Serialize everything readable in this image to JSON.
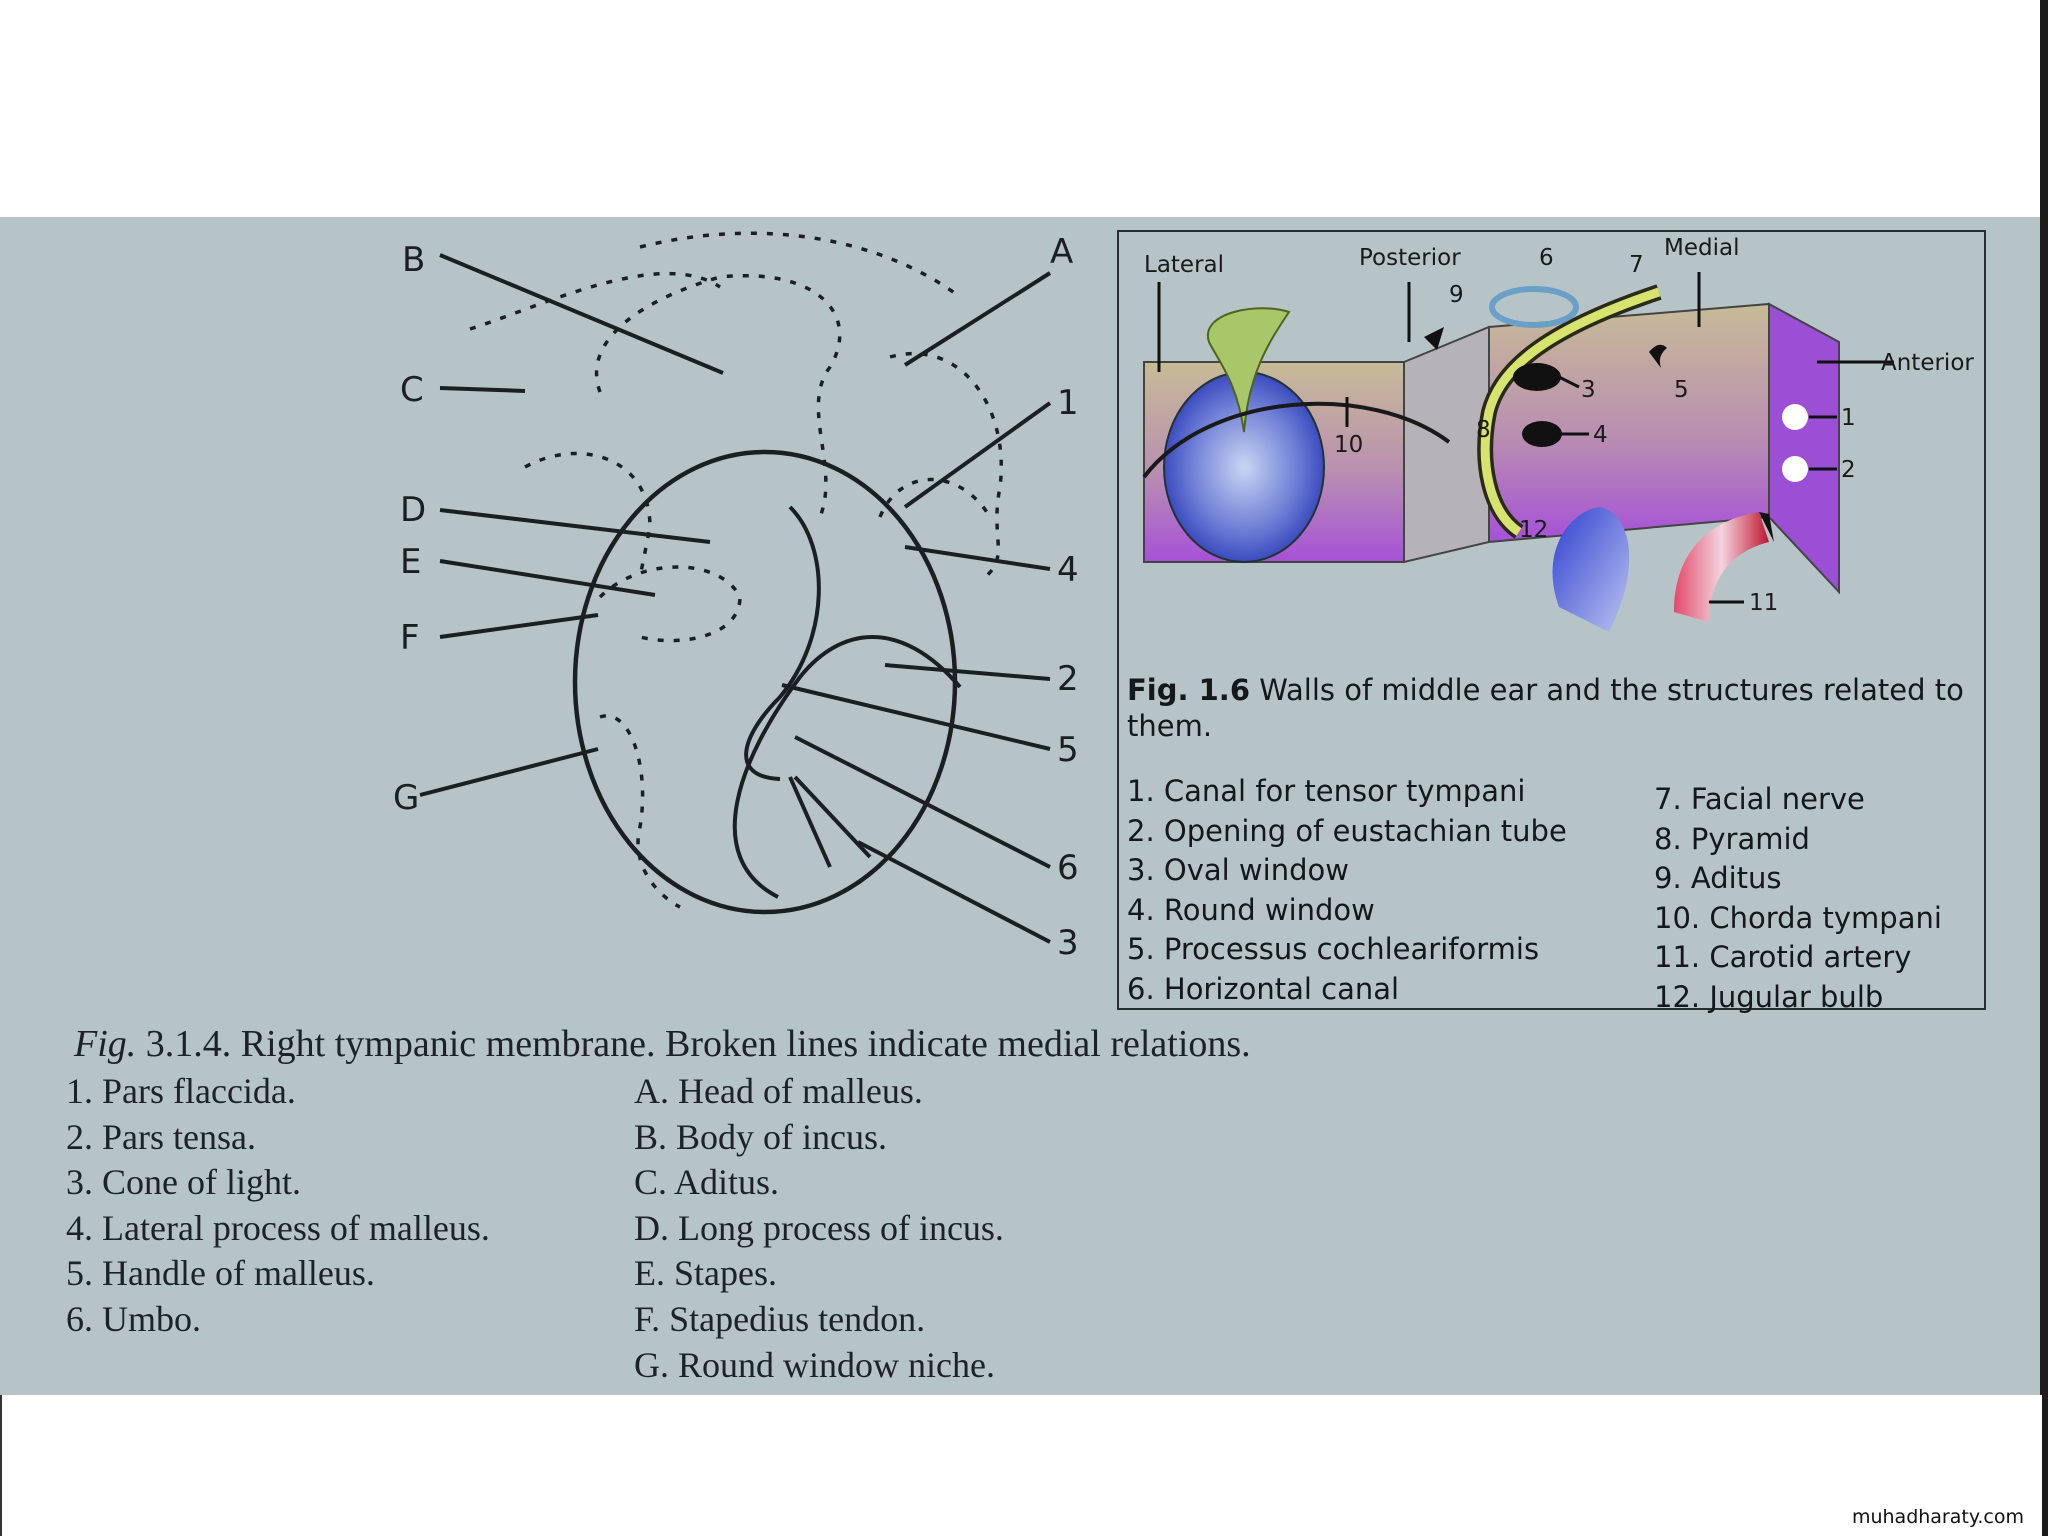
{
  "tympanic_figure": {
    "letter_labels": [
      "B",
      "A",
      "C",
      "D",
      "E",
      "F",
      "G"
    ],
    "number_labels": [
      "1",
      "4",
      "2",
      "5",
      "6",
      "3"
    ],
    "caption_fig": "Fig.",
    "caption_text": "3.1.4.   Right tympanic membrane. Broken lines indicate medial relations.",
    "legend_numbers": [
      "1. Pars flaccida.",
      "2. Pars tensa.",
      "3. Cone of light.",
      "4. Lateral process of malleus.",
      "5. Handle of malleus.",
      "6. Umbo."
    ],
    "legend_letters": [
      "A. Head of malleus.",
      "B. Body of incus.",
      "C. Aditus.",
      "D. Long process of incus.",
      "E. Stapes.",
      "F. Stapedius tendon.",
      "G. Round window niche."
    ]
  },
  "middle_ear_figure": {
    "wall_labels": [
      "Lateral",
      "Posterior",
      "Medial",
      "Anterior"
    ],
    "number_labels": [
      "6",
      "7",
      "9",
      "10",
      "8",
      "3",
      "5",
      "4",
      "1",
      "2",
      "12",
      "11"
    ],
    "caption_bold": "Fig. 1.6",
    "caption_text": "Walls of middle ear and the structures related to them.",
    "legend_left": [
      "1. Canal for tensor tympani",
      "2. Opening of eustachian tube",
      "3. Oval window",
      "4. Round window",
      "5. Processus cochleariformis",
      "6. Horizontal canal"
    ],
    "legend_right": [
      "7. Facial nerve",
      "8. Pyramid",
      "9. Aditus",
      "10. Chorda tympani",
      "11. Carotid artery",
      "12. Jugular bulb"
    ]
  },
  "footer": {
    "site": "muhadharaty.com"
  }
}
